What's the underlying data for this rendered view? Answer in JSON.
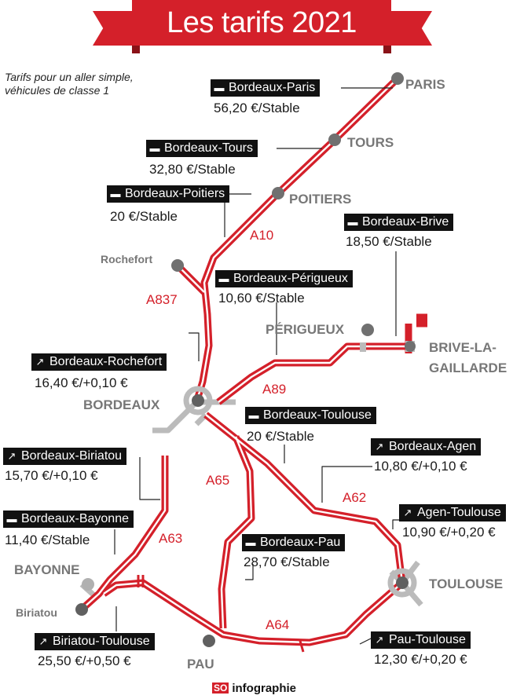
{
  "title": "Les tarifs 2021",
  "subtitle": "Tarifs pour un aller simple, véhicules de classe 1",
  "footer": {
    "logo": "SO",
    "text": "infographie"
  },
  "colors": {
    "accent": "#d4202a",
    "tag_bg": "#111111",
    "city": "#777777",
    "secondary_road": "#bbbbbb"
  },
  "icons": {
    "stable": "stable-icon",
    "rising": "rising-arrow-icon"
  },
  "cities": {
    "paris": "PARIS",
    "tours": "TOURS",
    "poitiers": "POITIERS",
    "rochefort": "Rochefort",
    "perigueux": "PÉRIGUEUX",
    "brive": "BRIVE-LA-GAILLARDE",
    "bordeaux": "BORDEAUX",
    "bayonne": "BAYONNE",
    "biriatou": "Biriatou",
    "toulouse": "TOULOUSE",
    "pau": "PAU"
  },
  "roads": {
    "a10": "A10",
    "a837": "A837",
    "a89": "A89",
    "a65": "A65",
    "a62": "A62",
    "a63": "A63",
    "a64": "A64"
  },
  "tariffs": {
    "bordeaux_paris": {
      "route": "Bordeaux-Paris",
      "price": "56,20 €/Stable",
      "trend": "stable"
    },
    "bordeaux_tours": {
      "route": "Bordeaux-Tours",
      "price": "32,80 €/Stable",
      "trend": "stable"
    },
    "bordeaux_poitiers": {
      "route": "Bordeaux-Poitiers",
      "price": "20 €/Stable",
      "trend": "stable"
    },
    "bordeaux_brive": {
      "route": "Bordeaux-Brive",
      "price": "18,50 €/Stable",
      "trend": "stable"
    },
    "bordeaux_perigueux": {
      "route": "Bordeaux-Périgueux",
      "price": "10,60 €/Stable",
      "trend": "stable"
    },
    "bordeaux_rochefort": {
      "route": "Bordeaux-Rochefort",
      "price": "16,40 €/+0,10 €",
      "trend": "up"
    },
    "bordeaux_toulouse": {
      "route": "Bordeaux-Toulouse",
      "price": "20 €/Stable",
      "trend": "stable"
    },
    "bordeaux_agen": {
      "route": "Bordeaux-Agen",
      "price": "10,80 €/+0,10 €",
      "trend": "up"
    },
    "bordeaux_biriatou": {
      "route": "Bordeaux-Biriatou",
      "price": "15,70 €/+0,10 €",
      "trend": "up"
    },
    "agen_toulouse": {
      "route": "Agen-Toulouse",
      "price": "10,90 €/+0,20 €",
      "trend": "up"
    },
    "bordeaux_bayonne": {
      "route": "Bordeaux-Bayonne",
      "price": "11,40 €/Stable",
      "trend": "stable"
    },
    "bordeaux_pau": {
      "route": "Bordeaux-Pau",
      "price": "28,70 €/Stable",
      "trend": "stable"
    },
    "biriatou_toulouse": {
      "route": "Biriatou-Toulouse",
      "price": "25,50 €/+0,50 €",
      "trend": "up"
    },
    "pau_toulouse": {
      "route": "Pau-Toulouse",
      "price": "12,30 €/+0,20 €",
      "trend": "up"
    }
  }
}
